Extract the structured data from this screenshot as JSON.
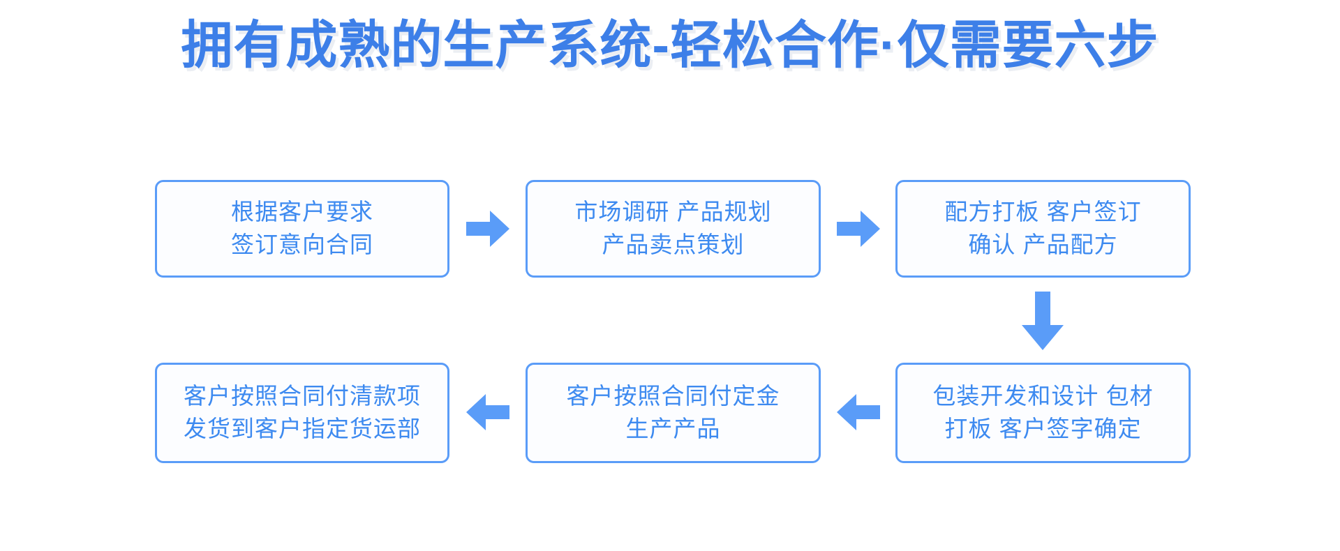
{
  "page": {
    "title": "拥有成熟的生产系统-轻松合作·仅需要六步",
    "background_color": "#ffffff"
  },
  "theme": {
    "accent_color": "#3d7fe8",
    "box_border_color": "#5a9cf8",
    "box_text_color": "#3d8af0",
    "box_background_color": "#fcfdff",
    "arrow_color": "#5a9cf8",
    "title_shadow_color": "#bec8d7"
  },
  "flow": {
    "step_count": 6,
    "steps": [
      {
        "index": 1,
        "line1": "根据客户要求",
        "line2": "签订意向合同"
      },
      {
        "index": 2,
        "line1": "市场调研  产品规划",
        "line2": "产品卖点策划"
      },
      {
        "index": 3,
        "line1": "配方打板  客户签订",
        "line2": "确认  产品配方"
      },
      {
        "index": 4,
        "line1": "包装开发和设计  包材",
        "line2": "打板  客户签字确定"
      },
      {
        "index": 5,
        "line1": "客户按照合同付定金",
        "line2": "生产产品"
      },
      {
        "index": 6,
        "line1": "客户按照合同付清款项",
        "line2": "发货到客户指定货运部"
      }
    ],
    "connectors": [
      {
        "id": 1,
        "direction": "right",
        "from_step": 1,
        "to_step": 2,
        "icon": "arrow-right-icon"
      },
      {
        "id": 2,
        "direction": "right",
        "from_step": 2,
        "to_step": 3,
        "icon": "arrow-right-icon"
      },
      {
        "id": 3,
        "direction": "down",
        "from_step": 3,
        "to_step": 4,
        "icon": "arrow-down-icon"
      },
      {
        "id": 4,
        "direction": "left",
        "from_step": 4,
        "to_step": 5,
        "icon": "arrow-left-icon"
      },
      {
        "id": 5,
        "direction": "left",
        "from_step": 5,
        "to_step": 6,
        "icon": "arrow-left-icon"
      }
    ]
  }
}
